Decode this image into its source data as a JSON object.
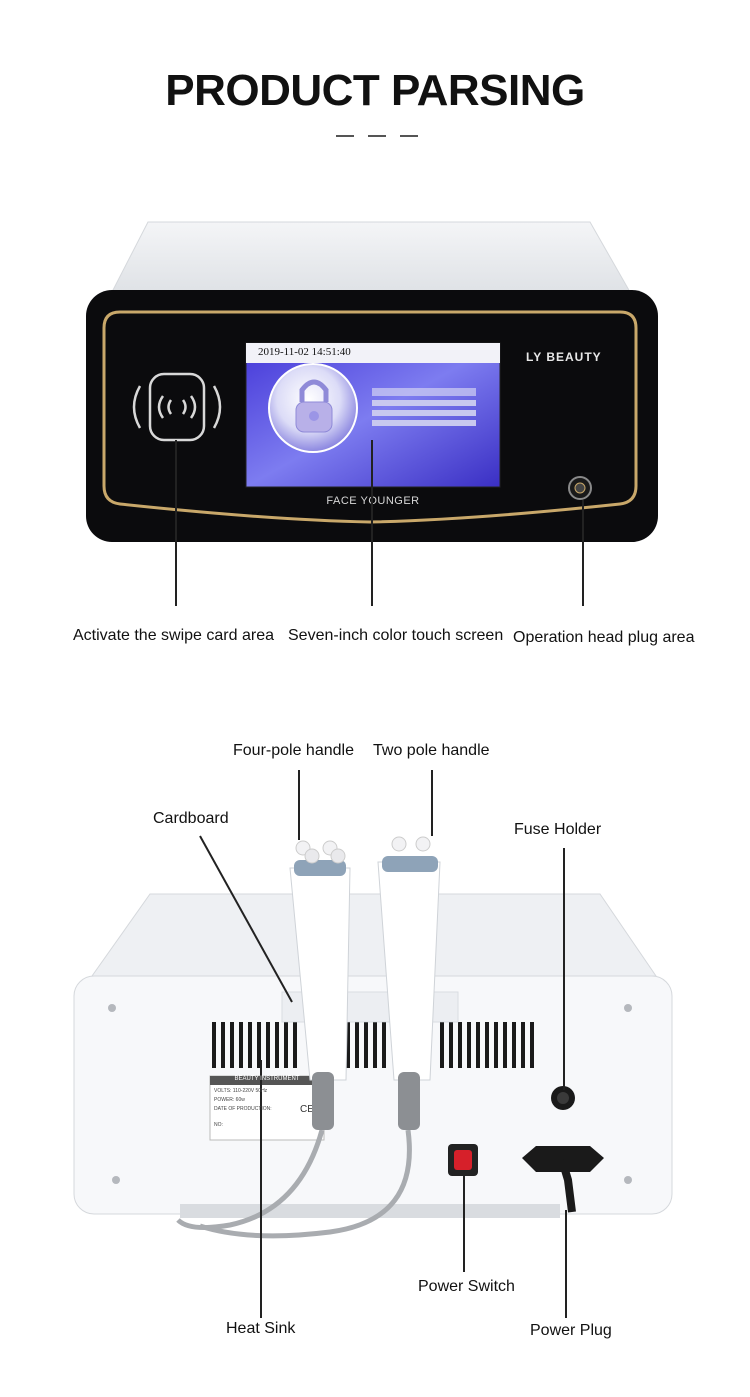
{
  "header": {
    "title": "PRODUCT PARSING"
  },
  "front_device": {
    "brand": "LY BEAUTY",
    "model_label": "FACE YOUNGER",
    "screen_datetime": "2019-11-02 14:51:40",
    "callouts": {
      "swipe_card": "Activate the swipe card area",
      "touch_screen": "Seven-inch color touch screen",
      "head_plug": "Operation head plug area"
    }
  },
  "back_device": {
    "nameplate_title": "BEAUTY INSTRUMENT",
    "nameplate_volts": "VOLTS: 110-220V 50Hz",
    "nameplate_power": "POWER: 60w",
    "nameplate_date": "DATE OF PRODUCTION:",
    "nameplate_no": "NO:",
    "callouts": {
      "four_pole": "Four-pole handle",
      "two_pole": "Two pole handle",
      "cardboard": "Cardboard",
      "fuse_holder": "Fuse Holder",
      "power_switch": "Power Switch",
      "heat_sink": "Heat Sink",
      "power_plug": "Power Plug"
    }
  },
  "colors": {
    "gold_trim": "#c9a86a",
    "screen_blue": "#4b3fd6",
    "switch_red": "#d6202a"
  }
}
